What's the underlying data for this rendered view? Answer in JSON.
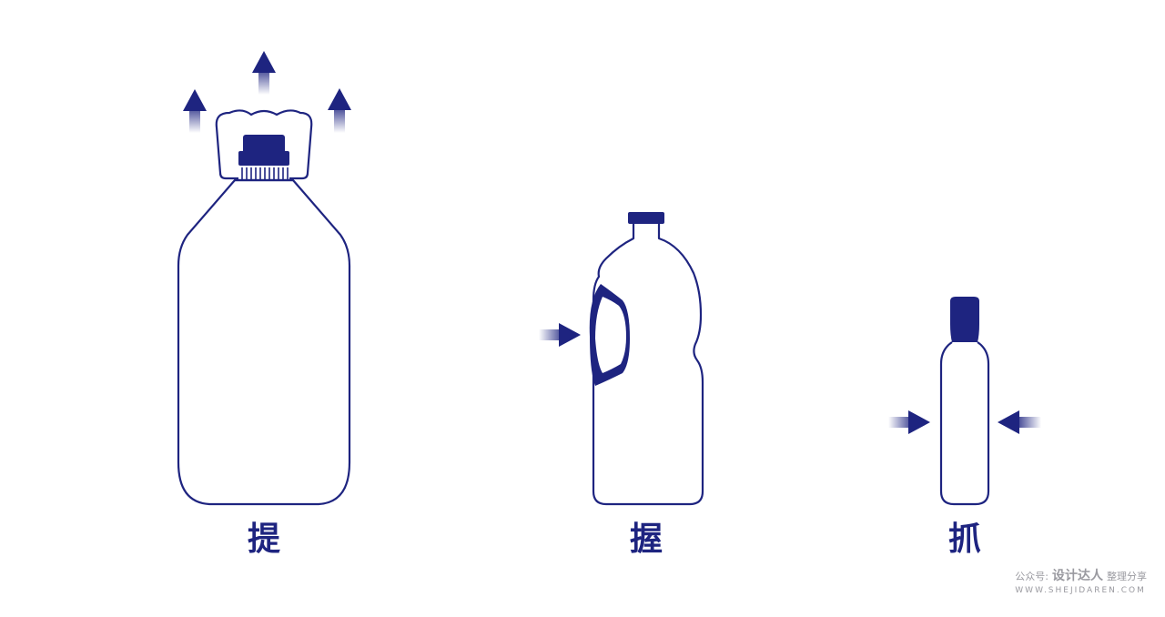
{
  "bottles": [
    {
      "id": "lift",
      "caption": "提"
    },
    {
      "id": "grip",
      "caption": "握"
    },
    {
      "id": "grab",
      "caption": "抓"
    }
  ],
  "watermark": {
    "prefix": "公众号:",
    "brand": "设计达人",
    "suffix": "整理分享",
    "url": "WWW.SHEJIDAREN.COM"
  },
  "colors": {
    "accent": "#1e2480",
    "background": "#ffffff",
    "watermark": "#9a9aa0"
  },
  "icons": [
    "arrow-up-icon",
    "arrow-right-icon",
    "arrow-left-icon"
  ]
}
